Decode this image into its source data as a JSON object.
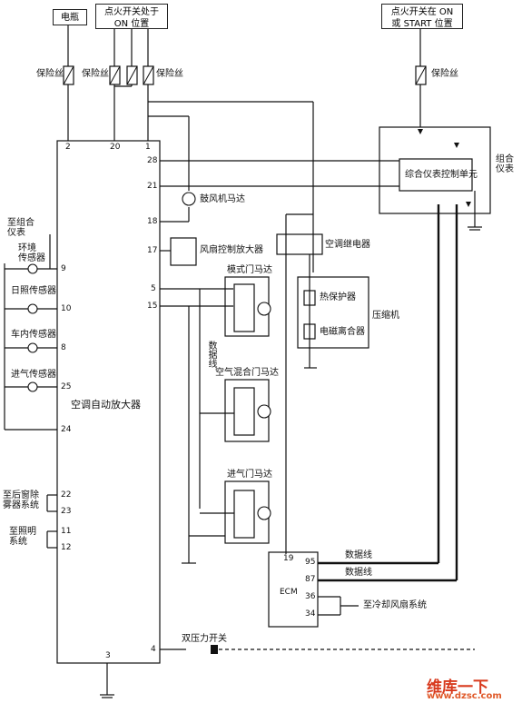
{
  "headers": {
    "battery": "电瓶",
    "ign_on": "点火开关处于\nON 位置",
    "ign_on_start": "点火开关在 ON\n或 START 位置"
  },
  "fuses": {
    "fuse1": "保险丝",
    "fuse2": "保险丝",
    "fuse3": "保险丝",
    "fuse4": "保险丝"
  },
  "amplifier": {
    "title": "空调自动放大器",
    "pins_top": [
      "2",
      "20",
      "1"
    ],
    "pins_right": [
      "28",
      "21",
      "18",
      "17",
      "5",
      "15",
      "4"
    ],
    "pins_left": [
      "9",
      "10",
      "8",
      "25",
      "24",
      "22",
      "23",
      "11",
      "12"
    ],
    "pin_bottom": "3"
  },
  "sensors": {
    "to_combo": "至组合\n仪表",
    "ambient": "环境\n传感器",
    "solar": "日照传感器",
    "cabin": "车内传感器",
    "intake": "进气传感器",
    "to_defogger": "至后窗除\n雾器系统",
    "to_lighting": "至照明\n系统"
  },
  "components": {
    "blower_motor": "鼓风机马达",
    "fan_amp": "风扇控制放大器",
    "mode_motor": "模式门马达",
    "airmix_motor": "空气混合门马达",
    "intake_motor": "进气门马达",
    "data_line_vert": "数据线",
    "ac_relay": "空调继电器",
    "thermal_protector": "热保护器",
    "compressor": "压缩机",
    "magnetic_clutch": "电磁离合器",
    "combo_unit": "综合仪表控制单元",
    "combo_meter": "组合\n仪表",
    "dual_switch": "双压力开关"
  },
  "ecm": {
    "label": "ECM",
    "pins": [
      "19",
      "95",
      "87",
      "36",
      "34"
    ],
    "data_line_1": "数据线",
    "data_line_2": "数据线",
    "to_cooling_fan": "至冷却风扇系统"
  },
  "watermark": {
    "brand": "维库一下",
    "url": "www.dzsc.com"
  }
}
